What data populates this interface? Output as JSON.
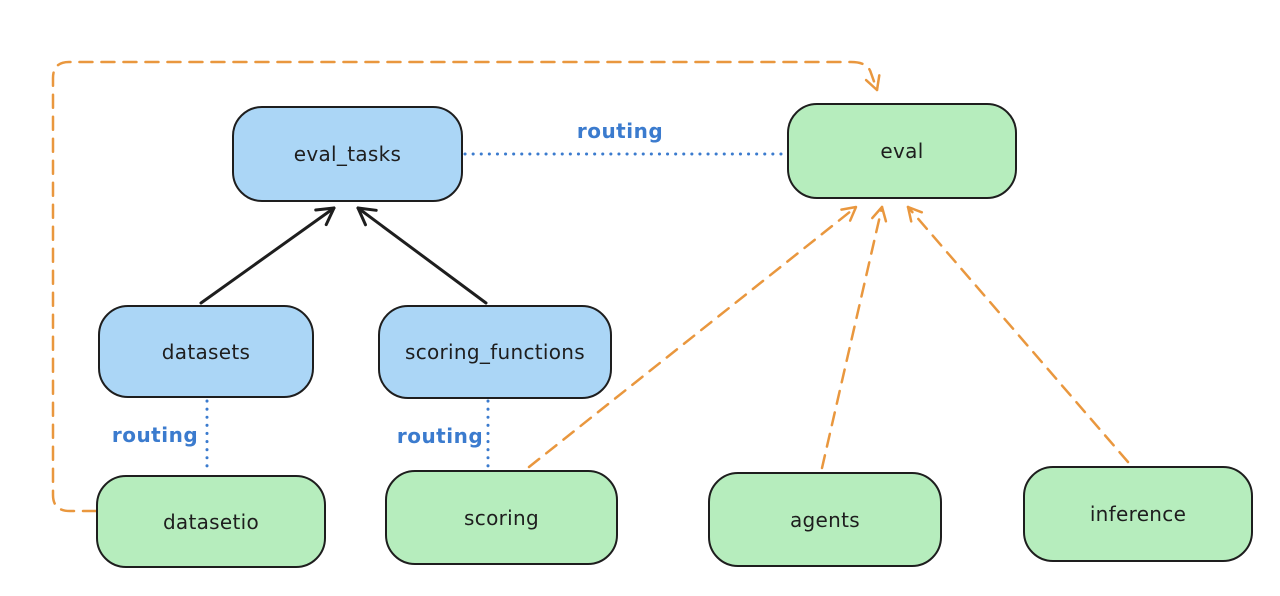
{
  "nodes": {
    "eval_tasks": "eval_tasks",
    "eval": "eval",
    "datasets": "datasets",
    "scoring_functions": "scoring_functions",
    "datasetio": "datasetio",
    "scoring": "scoring",
    "agents": "agents",
    "inference": "inference"
  },
  "node_kinds": {
    "blue_resources": [
      "eval_tasks",
      "datasets",
      "scoring_functions"
    ],
    "green_apis": [
      "eval",
      "datasetio",
      "scoring",
      "agents",
      "inference"
    ]
  },
  "edges": [
    {
      "from": "datasets",
      "to": "eval_tasks",
      "style": "solid",
      "color": "#1e1e1e",
      "arrow": true,
      "label": ""
    },
    {
      "from": "scoring_functions",
      "to": "eval_tasks",
      "style": "solid",
      "color": "#1e1e1e",
      "arrow": true,
      "label": ""
    },
    {
      "from": "eval_tasks",
      "to": "eval",
      "style": "dotted",
      "color": "#3b7bce",
      "arrow": false,
      "label": "routing"
    },
    {
      "from": "datasets",
      "to": "datasetio",
      "style": "dotted",
      "color": "#3b7bce",
      "arrow": false,
      "label": "routing"
    },
    {
      "from": "scoring_functions",
      "to": "scoring",
      "style": "dotted",
      "color": "#3b7bce",
      "arrow": false,
      "label": "routing"
    },
    {
      "from": "datasetio",
      "to": "eval",
      "style": "dashed",
      "color": "#e9973e",
      "arrow": true,
      "label": "",
      "route": "around-left-and-top"
    },
    {
      "from": "scoring",
      "to": "eval",
      "style": "dashed",
      "color": "#e9973e",
      "arrow": true,
      "label": ""
    },
    {
      "from": "agents",
      "to": "eval",
      "style": "dashed",
      "color": "#e9973e",
      "arrow": true,
      "label": ""
    },
    {
      "from": "inference",
      "to": "eval",
      "style": "dashed",
      "color": "#e9973e",
      "arrow": true,
      "label": ""
    }
  ],
  "colors": {
    "background": "#ffffff",
    "blue_node_fill": "#abd6f6",
    "green_node_fill": "#b6edbd",
    "node_stroke": "#1e1e1e",
    "routing_blue": "#3b7bce",
    "dashed_orange": "#e9973e"
  }
}
